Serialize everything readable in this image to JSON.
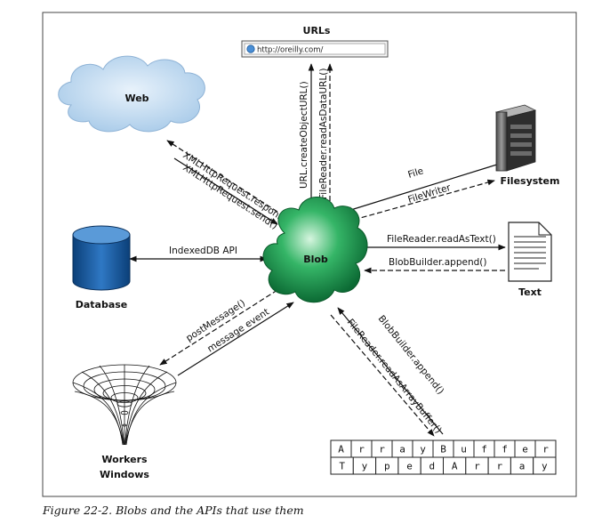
{
  "nodes": {
    "urls": "URLs",
    "web": "Web",
    "filesystem": "Filesystem",
    "database": "Database",
    "blob": "Blob",
    "text": "Text",
    "workers_line1": "Workers",
    "workers_line2": "Windows"
  },
  "browser_url": "http://oreilly.com/",
  "edges": {
    "xhr_response": "XMLHttpRequest.response",
    "xhr_send": "XMLHttpRequest.send()",
    "create_object_url": "URL.createObjectURL()",
    "read_as_data_url": "FileReader.readAsDataURL()",
    "file": "File",
    "file_writer": "FileWriter",
    "indexeddb": "IndexedDB API",
    "read_as_text": "FileReader.readAsText()",
    "builder_append_text": "BlobBuilder.append()",
    "post_message": "postMessage()",
    "message_event": "message event",
    "builder_append_buffer": "BlobBuilder.append()",
    "read_as_array_buffer": "FileReader.readAsArrayBuffer()"
  },
  "array_buffer_letters": [
    "A",
    "r",
    "r",
    "a",
    "y",
    "B",
    "u",
    "f",
    "f",
    "e",
    "r"
  ],
  "typed_array_letters": [
    "T",
    "y",
    "p",
    "e",
    "d",
    "A",
    "r",
    "r",
    "a",
    "y"
  ],
  "caption": "Figure 22-2. Blobs and the APIs that use them"
}
